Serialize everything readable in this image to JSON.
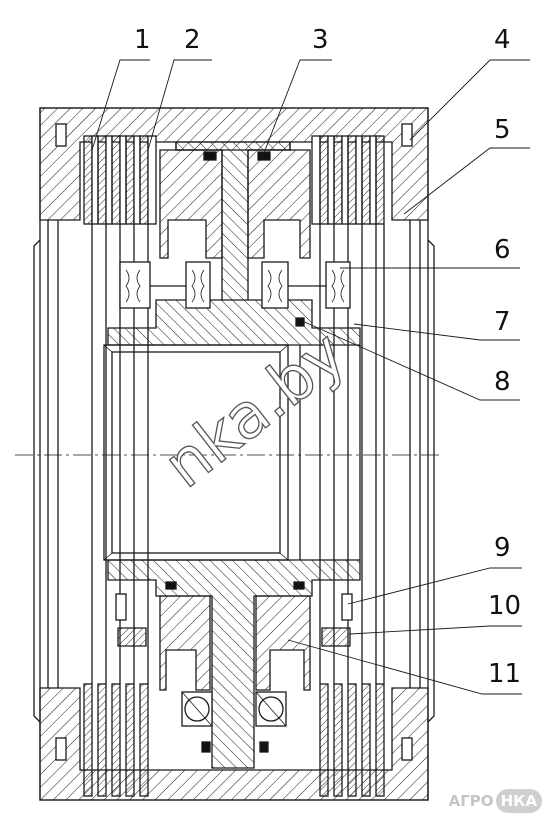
{
  "callouts": [
    {
      "id": "1",
      "label": "1"
    },
    {
      "id": "2",
      "label": "2"
    },
    {
      "id": "3",
      "label": "3"
    },
    {
      "id": "4",
      "label": "4"
    },
    {
      "id": "5",
      "label": "5"
    },
    {
      "id": "6",
      "label": "6"
    },
    {
      "id": "7",
      "label": "7"
    },
    {
      "id": "8",
      "label": "8"
    },
    {
      "id": "9",
      "label": "9"
    },
    {
      "id": "10",
      "label": "10"
    },
    {
      "id": "11",
      "label": "11"
    }
  ],
  "watermark": {
    "text": "nka.by"
  },
  "logo": {
    "prefix": "АГРО",
    "badge": "НКА"
  }
}
